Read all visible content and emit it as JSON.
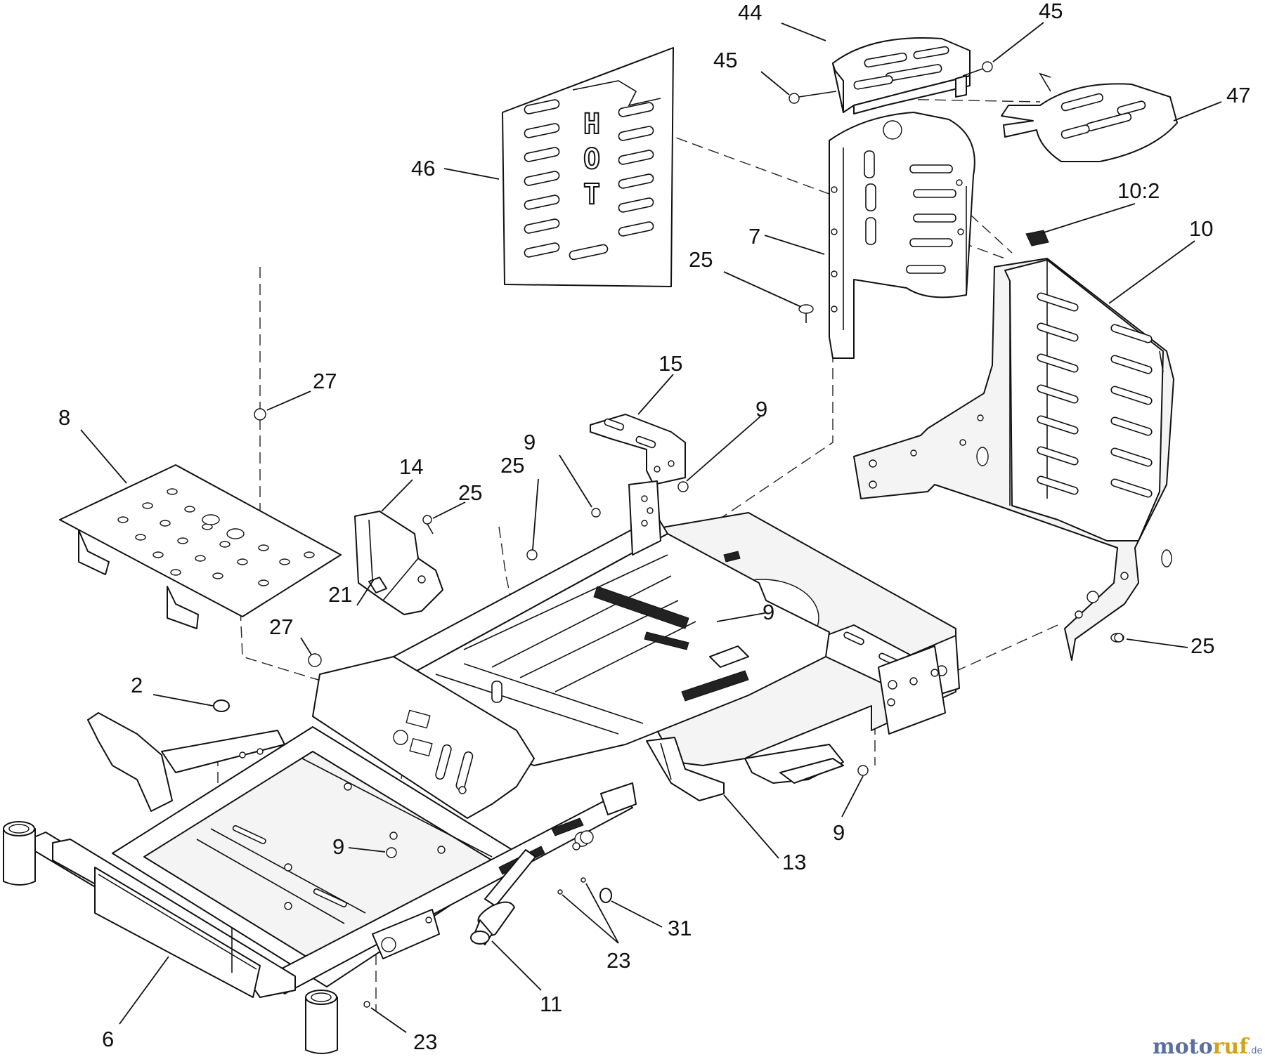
{
  "diagram": {
    "parts": [
      {
        "id": "p44",
        "label": "44"
      },
      {
        "id": "p45a",
        "label": "45"
      },
      {
        "id": "p45b",
        "label": "45"
      },
      {
        "id": "p47",
        "label": "47"
      },
      {
        "id": "p46",
        "label": "46"
      },
      {
        "id": "p10-2",
        "label": "10:2"
      },
      {
        "id": "p10",
        "label": "10"
      },
      {
        "id": "p7",
        "label": "7"
      },
      {
        "id": "p25a",
        "label": "25"
      },
      {
        "id": "p15",
        "label": "15"
      },
      {
        "id": "p9a",
        "label": "9"
      },
      {
        "id": "p27a",
        "label": "27"
      },
      {
        "id": "p8",
        "label": "8"
      },
      {
        "id": "p14",
        "label": "14"
      },
      {
        "id": "p25b",
        "label": "25"
      },
      {
        "id": "p9b",
        "label": "9"
      },
      {
        "id": "p25c",
        "label": "25"
      },
      {
        "id": "p21",
        "label": "21"
      },
      {
        "id": "p9c",
        "label": "9"
      },
      {
        "id": "p27b",
        "label": "27"
      },
      {
        "id": "p25d",
        "label": "25"
      },
      {
        "id": "p2",
        "label": "2"
      },
      {
        "id": "p9d",
        "label": "9"
      },
      {
        "id": "p13",
        "label": "13"
      },
      {
        "id": "p9e",
        "label": "9"
      },
      {
        "id": "p31",
        "label": "31"
      },
      {
        "id": "p23a",
        "label": "23"
      },
      {
        "id": "p11",
        "label": "11"
      },
      {
        "id": "p6",
        "label": "6"
      },
      {
        "id": "p23b",
        "label": "23"
      }
    ],
    "stencil": [
      "H",
      "O",
      "T"
    ]
  },
  "watermark": {
    "brand": "motoruf",
    "suffix": ".de"
  }
}
